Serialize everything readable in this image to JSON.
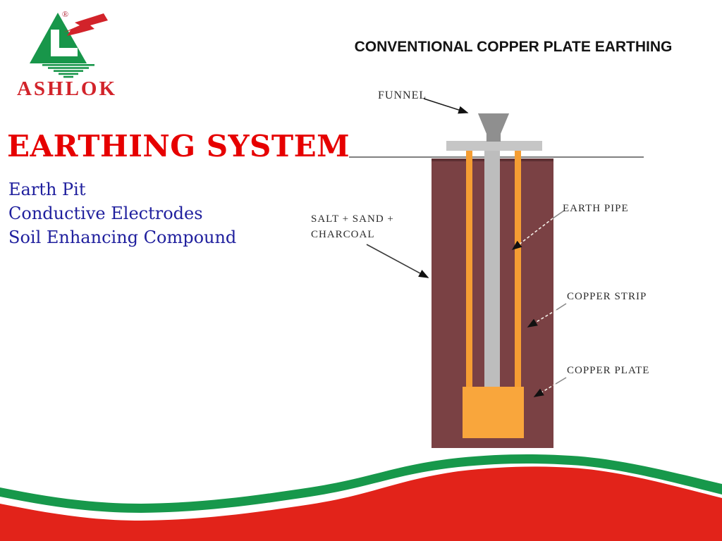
{
  "logo": {
    "brand": "ASHLOK",
    "registered": "®",
    "mark": {
      "triangle_icon": "green-triangle-with-white-L",
      "bolt_icon": "red-lightning-bolt",
      "earth_icon": "grounding-bars"
    }
  },
  "title": {
    "text": "EARTHING SYSTEM"
  },
  "bullets": {
    "items": [
      "Earth Pit",
      "Conductive Electrodes",
      "Soil Enhancing Compound"
    ]
  },
  "diagram": {
    "title": "CONVENTIONAL COPPER PLATE EARTHING",
    "labels": {
      "funnel": "FUNNEL",
      "salt_line1": "SALT + SAND +",
      "salt_line2": "CHARCOAL",
      "earth_pipe": "EARTH PIPE",
      "copper_strip": "COPPER STRIP",
      "copper_plate": "COPPER PLATE"
    }
  },
  "colors": {
    "title_red": "#e60000",
    "bullet_blue": "#20209e",
    "logo_green": "#18964a",
    "brand_red": "#d2232a",
    "pit_brown": "#7a4144",
    "copper_orange": "#f59d33",
    "plate_orange": "#f9a63c",
    "pipe_gray": "#bdbdbd",
    "funnel_gray": "#8f8f8f",
    "cover_gray": "#c6c6c6",
    "ground_gray": "#808080",
    "wave_green": "#17984b",
    "wave_red": "#e2231a"
  }
}
